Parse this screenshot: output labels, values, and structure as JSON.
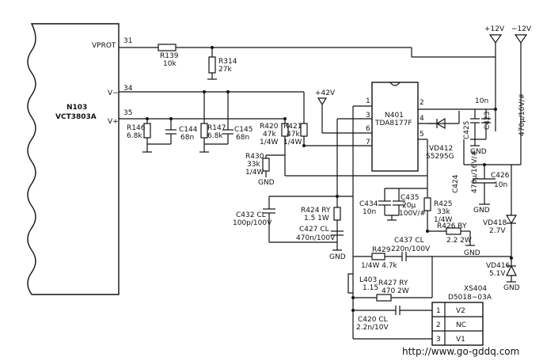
{
  "ic_n103": {
    "ref": "N103",
    "part": "VCT3803A"
  },
  "ic_n401": {
    "ref": "N401",
    "part": "TDA8177F",
    "pins": [
      "1",
      "3",
      "6",
      "7",
      "2",
      "4",
      "5"
    ]
  },
  "nets": {
    "vprot": "VPROT",
    "vminus": "V−",
    "vplus": "V+",
    "pin31": "31",
    "pin34": "34",
    "pin35": "35"
  },
  "power": {
    "p42": "+42V",
    "p12": "+12V",
    "n12": "−12V",
    "gnd": "GND"
  },
  "components": {
    "r139": {
      "ref": "R139",
      "val": "10k"
    },
    "r314": {
      "ref": "R314",
      "val": "27k"
    },
    "r146": {
      "ref": "R146",
      "val": "6.8k"
    },
    "c144": {
      "ref": "C144",
      "val": "68n"
    },
    "r147": {
      "ref": "R147",
      "val": "6.8k"
    },
    "c145": {
      "ref": "C145",
      "val": "68n"
    },
    "r420": {
      "ref": "R420",
      "val1": "47k",
      "val2": "1/4W"
    },
    "r421": {
      "ref": "R421",
      "val1": "47k",
      "val2": "1/4W"
    },
    "r430": {
      "ref": "R430",
      "val1": "33k",
      "val2": "1/4W"
    },
    "c432": {
      "ref": "C432 CL",
      "val": "100p/100V"
    },
    "r424": {
      "ref": "R424 RY",
      "val": "1.5 1W"
    },
    "c427": {
      "ref": "C427 CL",
      "val": "470n/100V"
    },
    "c434": {
      "ref": "C434",
      "val": "10n"
    },
    "c435": {
      "ref": "C435",
      "val1": "20μ",
      "val2": "100V/#"
    },
    "r425": {
      "ref": "R425",
      "val1": "33k",
      "val2": "1/4W"
    },
    "r426": {
      "ref": "R426 RY",
      "val": "2.2 2W"
    },
    "c437": {
      "ref": "C437 CL",
      "val": "220n/100V"
    },
    "r429": {
      "ref": "R429",
      "val": "1/4W 4.7k"
    },
    "l403": {
      "ref": "L403",
      "val": "1.15"
    },
    "r427": {
      "ref": "R427 RY",
      "val": "470 2W"
    },
    "c420": {
      "ref": "C420 CL",
      "val": "2.2n/10V"
    },
    "c425": {
      "ref": "C425",
      "val": "10n"
    },
    "c423": {
      "ref": "C423",
      "val": "470μ/16V/#"
    },
    "vd412": {
      "ref": "VD412",
      "val": "S5295G"
    },
    "c424": {
      "ref": "C424",
      "val": "470μ/16V/#"
    },
    "c426": {
      "ref": "C426",
      "val": "10n"
    },
    "vd418": {
      "ref": "VD418",
      "val": "2.7V"
    },
    "vd416": {
      "ref": "VD416",
      "val": "5.1V"
    }
  },
  "connector": {
    "ref": "XS404",
    "part": "D5018−03A",
    "pins": [
      {
        "num": "1",
        "name": "V2"
      },
      {
        "num": "2",
        "name": "NC"
      },
      {
        "num": "3",
        "name": "V1"
      }
    ]
  },
  "watermark": "http://www.go-gddq.com"
}
